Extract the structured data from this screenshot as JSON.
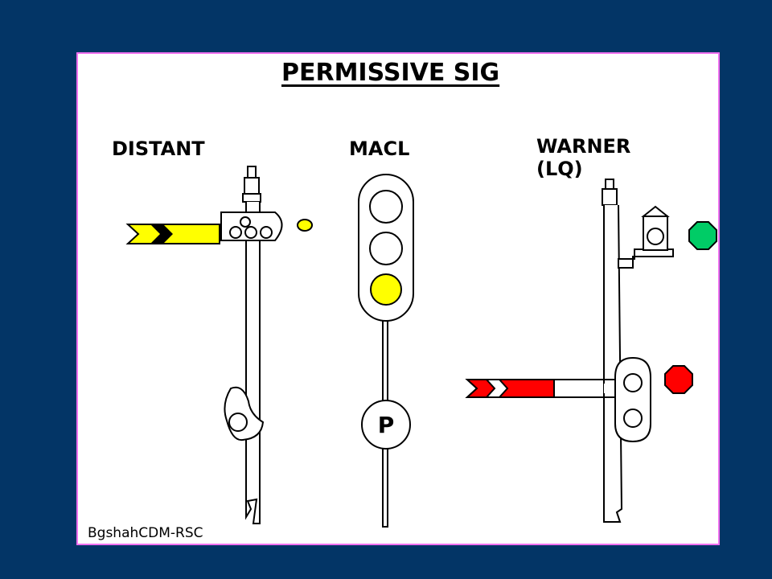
{
  "title": "PERMISSIVE SIG",
  "labels": {
    "distant": "DISTANT",
    "macl": "MACL",
    "warner_line1": "WARNER",
    "warner_line2": "(LQ)",
    "p_marker": "P"
  },
  "credit": "BgshahCDM-RSC",
  "colors": {
    "background": "#033566",
    "panel_border": "#f070f0",
    "distant_arm": "#ffff00",
    "distant_indicator": "#ffff00",
    "macl_lit_aspect": "#ffff00",
    "warner_arm": "#ff0000",
    "warner_indicator": "#ff0000",
    "warner_lamp_indicator": "#00cc66"
  },
  "icons": {
    "distant": "semaphore-distant-signal-icon",
    "macl": "colour-light-signal-icon",
    "warner": "semaphore-warner-signal-icon"
  }
}
